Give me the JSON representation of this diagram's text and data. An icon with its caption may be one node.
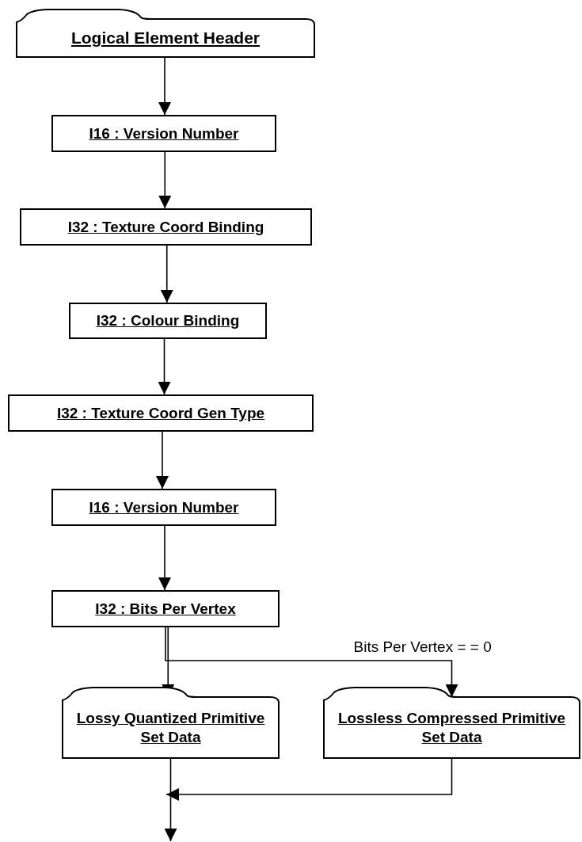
{
  "diagram": {
    "nodes": [
      {
        "text": [
          "Logical Element Header"
        ]
      },
      {
        "text": [
          "I16 : Version Number"
        ]
      },
      {
        "text": [
          "I32 : Texture Coord Binding"
        ]
      },
      {
        "text": [
          "I32 : Colour Binding"
        ]
      },
      {
        "text": [
          "I32 : Texture Coord Gen Type"
        ]
      },
      {
        "text": [
          "I16 : Version Number"
        ]
      },
      {
        "text": [
          "I32 : Bits Per Vertex"
        ]
      },
      {
        "text": [
          "Lossy Quantized Primitive Set Data"
        ]
      },
      {
        "text": [
          "Lossless Compressed Primitive Set Data"
        ]
      }
    ],
    "edges": [
      {
        "from": 0,
        "to": 1,
        "arrow": "to"
      },
      {
        "from": 1,
        "to": 2,
        "arrow": "to"
      },
      {
        "from": 2,
        "to": 3,
        "arrow": "to"
      },
      {
        "from": 3,
        "to": 4,
        "arrow": "to"
      },
      {
        "from": 4,
        "to": 5,
        "arrow": "to"
      },
      {
        "from": 5,
        "to": 6,
        "arrow": "to"
      },
      {
        "from": 6,
        "to": 7,
        "arrow": "to"
      },
      {
        "from": 6,
        "to": 8,
        "arrow": "to",
        "label": "Bits Per Vertex = = 0"
      },
      {
        "from": 7,
        "to": null,
        "arrow": "to"
      },
      {
        "from": 8,
        "to": null,
        "arrow": "to"
      }
    ]
  }
}
